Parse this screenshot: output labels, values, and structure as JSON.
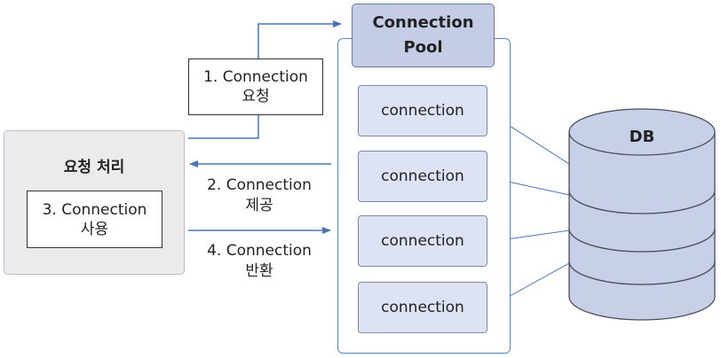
{
  "request_block": {
    "title": "요청 처리",
    "use_line1": "3. Connection",
    "use_line2": "사용"
  },
  "pool": {
    "title_line1": "Connection",
    "title_line2": "Pool",
    "connections": [
      "connection",
      "connection",
      "connection",
      "connection"
    ]
  },
  "db": {
    "label": "DB"
  },
  "arrows": {
    "request": {
      "line1": "1. Connection",
      "line2": "요청"
    },
    "provide": {
      "line1": "2. Connection",
      "line2": "제공"
    },
    "return": {
      "line1": "4. Connection",
      "line2": "반환"
    }
  },
  "colors": {
    "arrow": "#4a74b8",
    "header_fill": "#c5cde6",
    "connection_fill": "#dde3f4",
    "db_fill": "#c8d0e8",
    "request_fill": "#ebebeb"
  }
}
